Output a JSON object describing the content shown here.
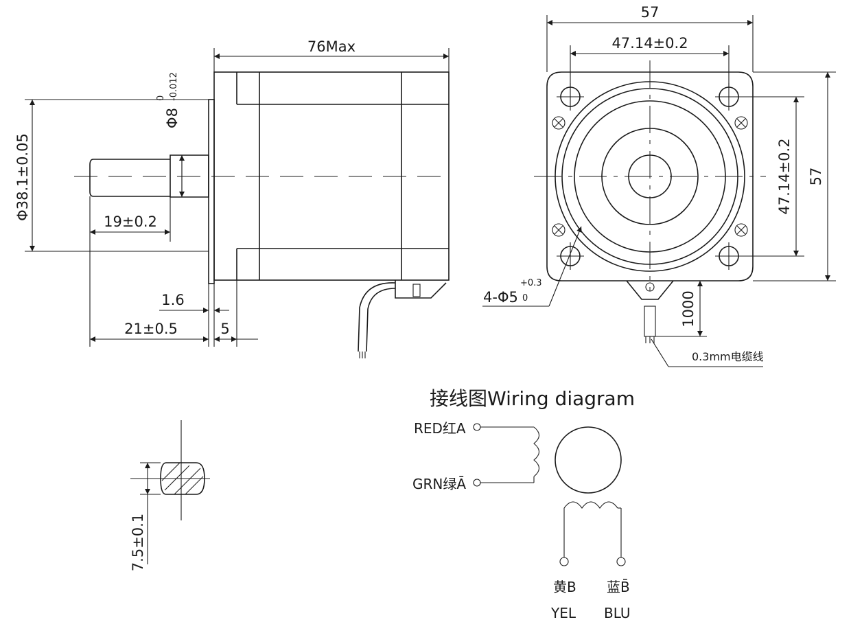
{
  "side_view": {
    "length_label": "76Max",
    "flange_dia_label": "Φ38.1±0.05",
    "shaft_dia_label": "Φ8",
    "shaft_tol_upper": "0",
    "shaft_tol_lower": "-0.012",
    "shaft_len_label": "19±0.2",
    "flange_thk_label": "1.6",
    "shaft_total_label": "21±0.5",
    "plate_thk_label": "5"
  },
  "front_view": {
    "width_label": "57",
    "hole_spacing_x_label": "47.14±0.2",
    "hole_spacing_y_label": "47.14±0.2",
    "height_label": "57",
    "holes_label": "4-Φ5",
    "holes_tol_upper": "+0.3",
    "holes_tol_lower": "0",
    "lead_len_label": "1000",
    "cable_label": "0.3mm电缆线"
  },
  "shaft_section": {
    "flat_label": "7.5±0.1"
  },
  "wiring": {
    "title": "接线图Wiring diagram",
    "red_label": "RED红A",
    "grn_label": "GRN绿Ā",
    "yel_cn": "黄B",
    "yel_en": "YEL",
    "blu_cn": "蓝B̄",
    "blu_en": "BLU"
  }
}
